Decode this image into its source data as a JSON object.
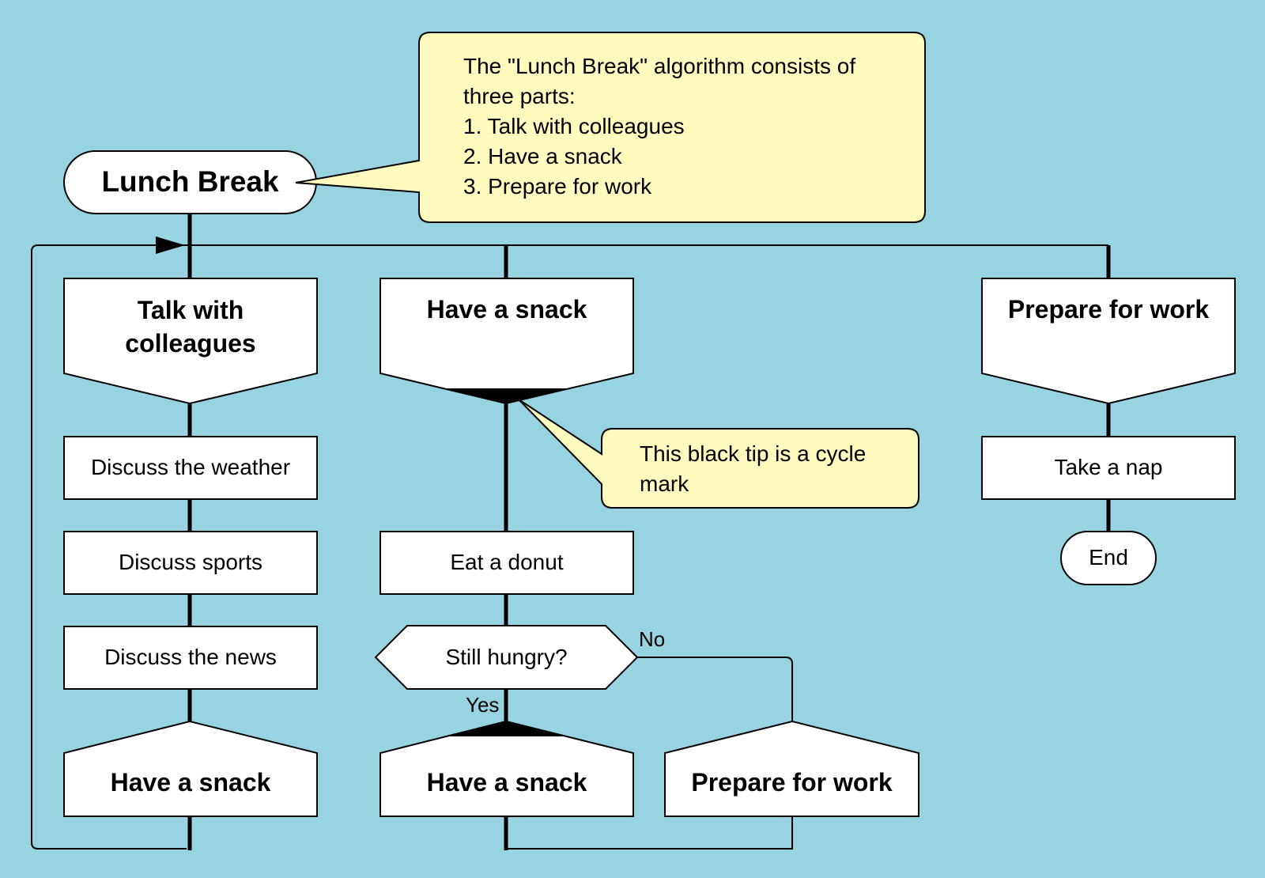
{
  "diagram": {
    "colors": {
      "background": "#98d3e1",
      "node_fill": "#ffffff",
      "callout_fill": "#fdfbbd",
      "stroke": "#000000"
    },
    "title_node": "Lunch Break",
    "top_callout": {
      "line1": "The \"Lunch Break\" algorithm consists of",
      "line2": "three parts:",
      "line3": "1. Talk with colleagues",
      "line4": "2. Have a snack",
      "line5": "3. Prepare for work"
    },
    "branches": {
      "talk": {
        "header": "Talk with colleagues",
        "steps": [
          "Discuss the weather",
          "Discuss sports",
          "Discuss the news"
        ],
        "address": "Have a snack"
      },
      "snack": {
        "header": "Have a snack",
        "step": "Eat a donut",
        "question": "Still hungry?",
        "yes_label": "Yes",
        "no_label": "No",
        "address_yes": "Have a snack",
        "address_no": "Prepare for work"
      },
      "prepare": {
        "header": "Prepare for work",
        "step": "Take a nap",
        "end": "End"
      }
    },
    "cycle_callout": {
      "line1": "This black tip is a cycle",
      "line2": "mark"
    }
  }
}
